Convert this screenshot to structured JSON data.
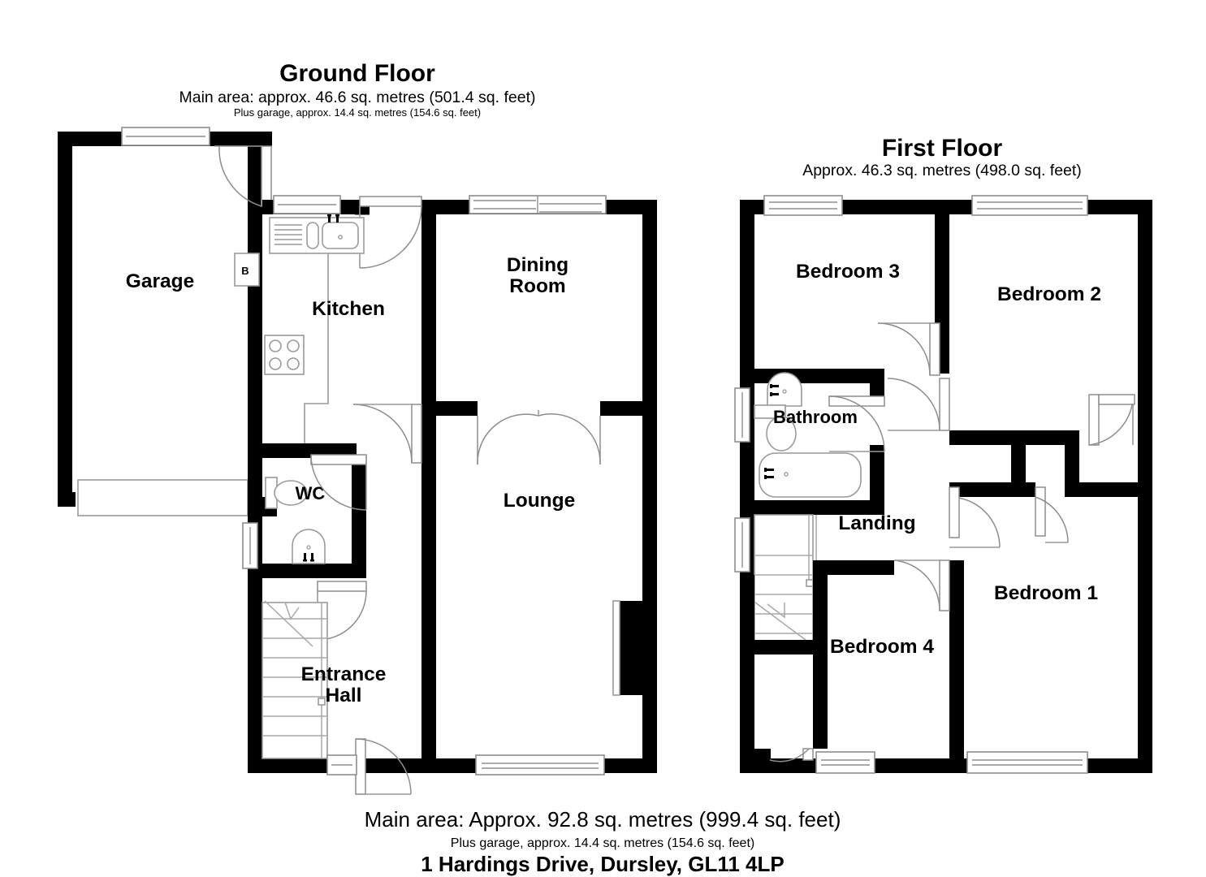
{
  "document": {
    "type": "floor-plan",
    "address": "1 Hardings Drive, Dursley, GL11 4LP"
  },
  "ground_floor": {
    "title": "Ground Floor",
    "area_line": "Main area: approx. 46.6 sq. metres (501.4 sq. feet)",
    "garage_line": "Plus garage, approx. 14.4 sq. metres (154.6 sq. feet)",
    "rooms": {
      "garage": "Garage",
      "kitchen": "Kitchen",
      "dining_room_line1": "Dining",
      "dining_room_line2": "Room",
      "lounge": "Lounge",
      "wc": "WC",
      "entrance_hall_line1": "Entrance",
      "entrance_hall_line2": "Hall",
      "boiler": "B"
    }
  },
  "first_floor": {
    "title": "First Floor",
    "area_line": "Approx. 46.3 sq. metres (498.0 sq. feet)",
    "rooms": {
      "bedroom3": "Bedroom 3",
      "bedroom2": "Bedroom 2",
      "bedroom1": "Bedroom 1",
      "bedroom4": "Bedroom 4",
      "bathroom": "Bathroom",
      "landing": "Landing"
    }
  },
  "footer": {
    "total_area": "Main area: Approx. 92.8 sq. metres (999.4 sq. feet)",
    "garage_area": "Plus garage, approx. 14.4 sq. metres (154.6 sq. feet)",
    "address": "1 Hardings Drive, Dursley, GL11 4LP"
  },
  "colors": {
    "wall": "#000000",
    "background": "#ffffff",
    "fixture_stroke": "#9a9a9a",
    "door_swing": "#8d8d8d"
  }
}
